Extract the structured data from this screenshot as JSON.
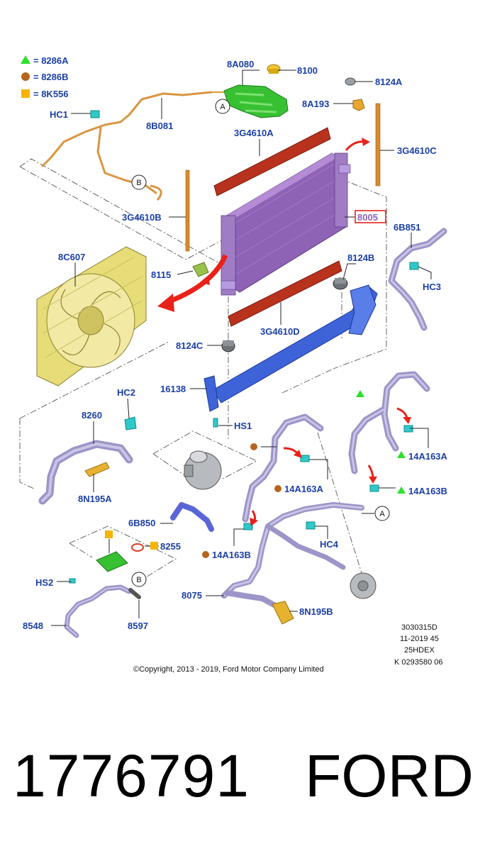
{
  "legend": [
    {
      "symbol": "triangle",
      "color": "#2ee02e",
      "text": "= 8286A"
    },
    {
      "symbol": "circle",
      "color": "#b5651d",
      "text": "= 8286B"
    },
    {
      "symbol": "square",
      "color": "#f5b400",
      "text": "= 8K556"
    }
  ],
  "labels": {
    "l_8A080": "8A080",
    "l_8100": "8100",
    "l_8124A": "8124A",
    "l_8A193": "8A193",
    "l_HC1": "HC1",
    "l_8B081": "8B081",
    "l_3G4610A": "3G4610A",
    "l_3G4610C": "3G4610C",
    "l_3G4610B": "3G4610B",
    "l_8005": "8005",
    "l_6B851": "6B851",
    "l_8C607": "8C607",
    "l_8115": "8115",
    "l_8124B": "8124B",
    "l_HC3": "HC3",
    "l_3G4610D": "3G4610D",
    "l_8124C": "8124C",
    "l_16138": "16138",
    "l_HC2": "HC2",
    "l_8260": "8260",
    "l_HS1": "HS1",
    "l_14A163A_r": "14A163A",
    "l_14A163B_r": "14A163B",
    "l_8N195A": "8N195A",
    "l_14A163A_c": "14A163A",
    "l_6B850": "6B850",
    "l_8255": "8255",
    "l_14A163B_c": "14A163B",
    "l_HC4": "HC4",
    "l_HS2": "HS2",
    "l_8075": "8075",
    "l_8N195B": "8N195B",
    "l_8548": "8548",
    "l_8597": "8597"
  },
  "callouts": {
    "a1": "A",
    "a2": "A",
    "b1": "B",
    "b2": "B"
  },
  "meta": {
    "code": "3030315D",
    "date": "11-2019 45",
    "model": "25HDEX",
    "ref": "K 0293580 06",
    "copyright": "©Copyright, 2013 - 2019, Ford Motor Company Limited"
  },
  "footer": {
    "part_number": "1776791",
    "brand": "FORD"
  },
  "colors": {
    "label": "#1b3fa6",
    "radiator": "#8e62b4",
    "fan_shroud": "#e6dc78",
    "reservoir": "#38c033",
    "seal": "#b8321e",
    "hose": "#9c95c8",
    "bracket": "#3e63d8",
    "clamp": "#2fc9c9",
    "arrow": "#e8221a",
    "highlight_box": "#e8221a"
  }
}
